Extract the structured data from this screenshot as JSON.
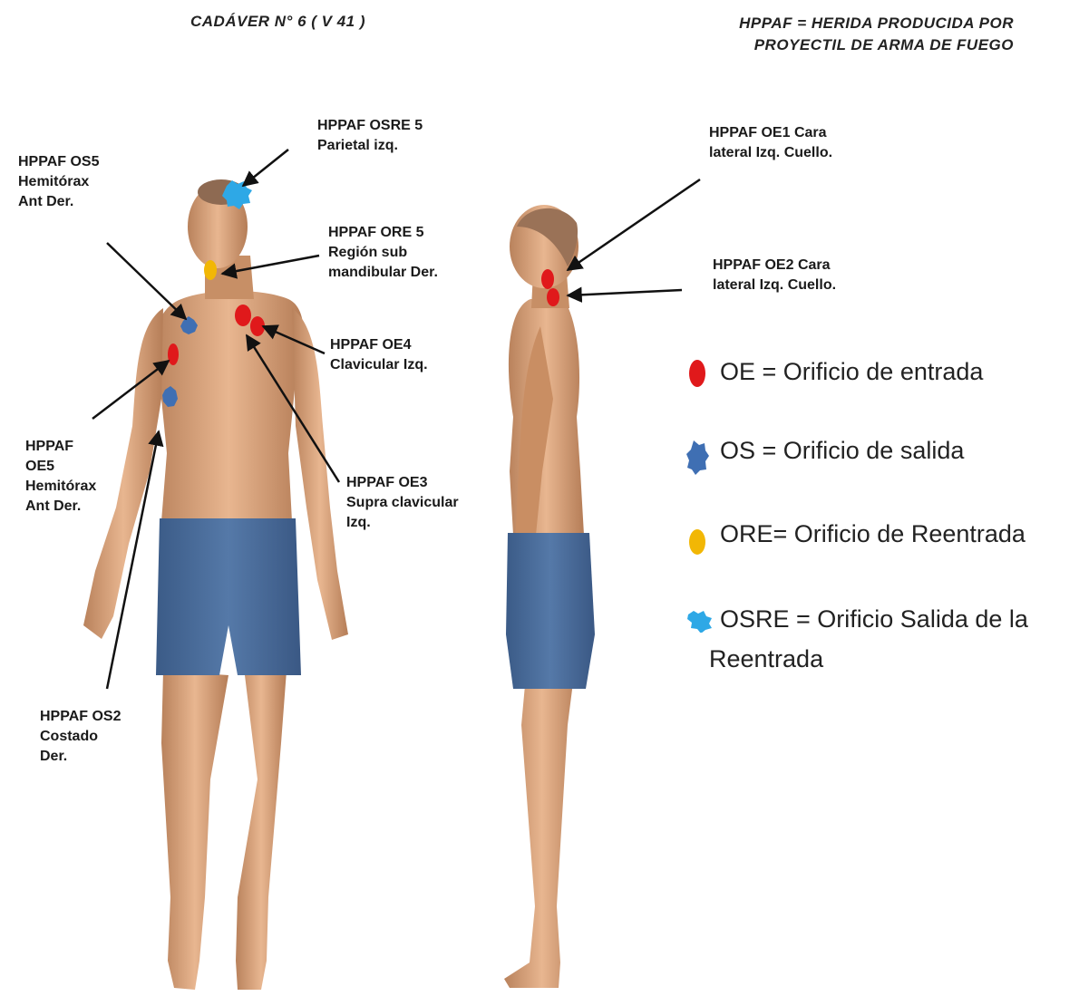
{
  "title": "CADÁVER N° 6 ( V 41 )",
  "definition": {
    "line1": "HPPAF = HERIDA PRODUCIDA POR",
    "line2": "PROYECTIL DE ARMA DE FUEGO"
  },
  "labels": {
    "osre5": {
      "l1": "HPPAF OSRE 5",
      "l2": "Parietal izq."
    },
    "os5": {
      "l1": "HPPAF OS5",
      "l2": "Hemitórax",
      "l3": "Ant Der."
    },
    "ore5": {
      "l1": "HPPAF  ORE 5",
      "l2": "Región sub",
      "l3": "mandibular Der."
    },
    "oe4": {
      "l1": "HPPAF OE4",
      "l2": "Clavicular Izq."
    },
    "oe5": {
      "l1": "HPPAF",
      "l2": "OE5",
      "l3": "Hemitórax",
      "l4": "Ant Der."
    },
    "oe3": {
      "l1": "HPPAF OE3",
      "l2": "Supra clavicular",
      "l3": "Izq."
    },
    "os2": {
      "l1": "HPPAF OS2",
      "l2": "Costado",
      "l3": "Der."
    },
    "oe1": {
      "l1": "HPPAF  OE1 Cara",
      "l2": "lateral  Izq. Cuello."
    },
    "oe2": {
      "l1": "HPPAF  OE2  Cara",
      "l2": "lateral  Izq. Cuello."
    }
  },
  "legend": [
    {
      "text": "OE = Orificio de entrada",
      "color": "#e0191b",
      "icon": "red-oval"
    },
    {
      "text": "OS = Orificio de salida",
      "color": "#3f6fb3",
      "icon": "blue-splat"
    },
    {
      "text": "ORE= Orificio de Reentrada",
      "color": "#f2b705",
      "icon": "yellow-oval"
    },
    {
      "text": "OSRE = Orificio Salida de la",
      "text2": "Reentrada",
      "color": "#2ea8e6",
      "icon": "cyan-splat"
    }
  ],
  "colors": {
    "oe": "#e0191b",
    "os": "#3f6fb3",
    "ore": "#f2b705",
    "osre": "#2ea8e6",
    "skin": "#e0a982",
    "shorts": "#4a6d9c"
  }
}
